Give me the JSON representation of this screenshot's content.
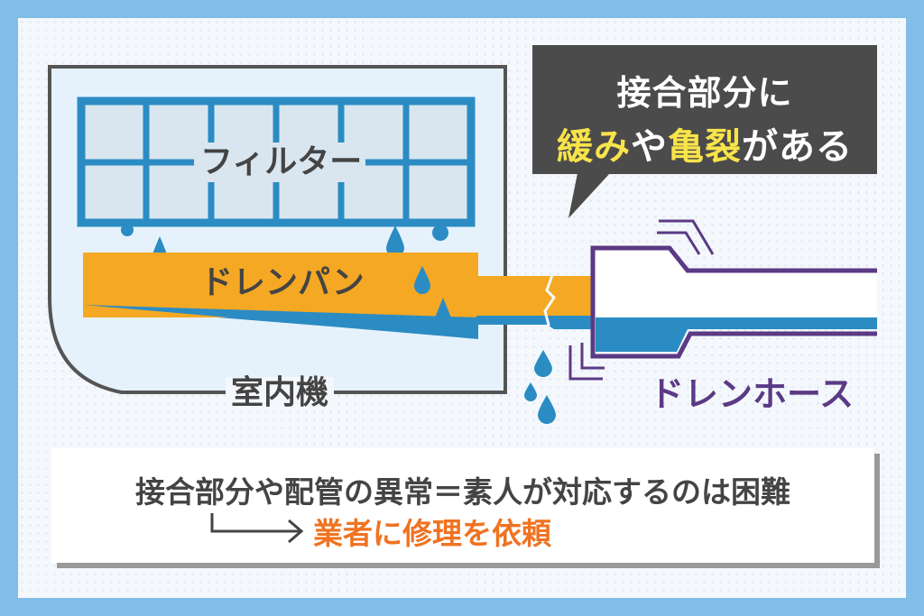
{
  "labels": {
    "filter": "フィルター",
    "drain_pan": "ドレンパン",
    "indoor_unit": "室内機",
    "drain_hose": "ドレンホース"
  },
  "callout": {
    "line1": "接合部分に",
    "line2_parts": [
      "緩み",
      "や",
      "亀裂",
      "がある"
    ]
  },
  "note": {
    "line1": "接合部分や配管の異常＝素人が対応するのは困難",
    "line2": "業者に修理を依頼"
  },
  "colors": {
    "frame": "#82bde8",
    "filter_blue": "#2b8cc4",
    "pan_orange": "#f5a823",
    "hose_purple": "#5b3a85",
    "water_blue": "#2b8cc4",
    "callout_bg": "#4b4b4b",
    "callout_highlight": "#f8e44a",
    "action_orange": "#ef7322",
    "text_dark": "#444444"
  }
}
